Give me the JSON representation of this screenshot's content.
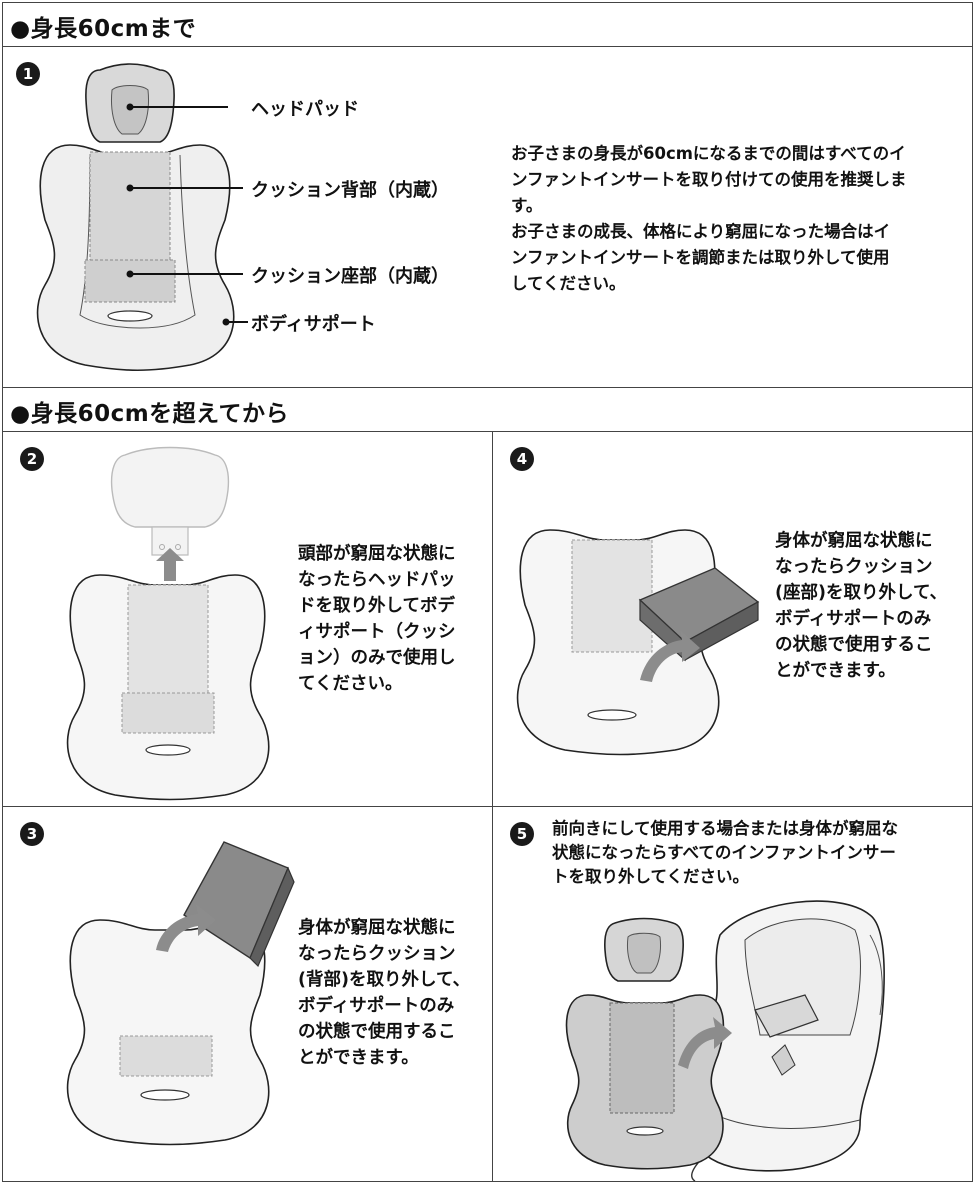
{
  "section1": {
    "header": "●身長60cmまで",
    "step": "1",
    "labels": {
      "head_pad": "ヘッドパッド",
      "cushion_back": "クッション背部（内蔵）",
      "cushion_seat": "クッション座部（内蔵）",
      "body_support": "ボディサポート"
    },
    "text": "お子さまの身長が60cmになるまでの間はすべてのイ\nンファントインサートを取り付けての使用を推奨しま\nす。\nお子さまの成長、体格により窮屈になった場合はイ\nンファントインサートを調節または取り外して使用\nしてください。"
  },
  "section2": {
    "header": "●身長60cmを超えてから",
    "panels": {
      "p2": {
        "step": "2",
        "text": "頭部が窮屈な状態に\nなったらヘッドパッ\nドを取り外してボデ\nィサポート（クッシ\nョン）のみで使用し\nてください。"
      },
      "p4": {
        "step": "4",
        "text": "身体が窮屈な状態に\nなったらクッション\n(座部)を取り外して、\nボディサポートのみ\nの状態で使用するこ\nとができます。"
      },
      "p3": {
        "step": "3",
        "text": "身体が窮屈な状態に\nなったらクッション\n(背部)を取り外して、\nボディサポートのみ\nの状態で使用するこ\nとができます。"
      },
      "p5": {
        "step": "5",
        "text": "前向きにして使用する場合または身体が窮屈な\n状態になったらすべてのインファントインサー\nトを取り外してください。"
      }
    }
  },
  "colors": {
    "border": "#444444",
    "illustration_fill": "#e6e6e6",
    "insert_fill": "#bdbdbd",
    "arrow": "#8c8c8c",
    "badge": "#1a1a1a"
  },
  "icons": [
    "step-number-badge",
    "infant-insert-illustration",
    "removal-arrow-icon",
    "car-seat-illustration"
  ]
}
